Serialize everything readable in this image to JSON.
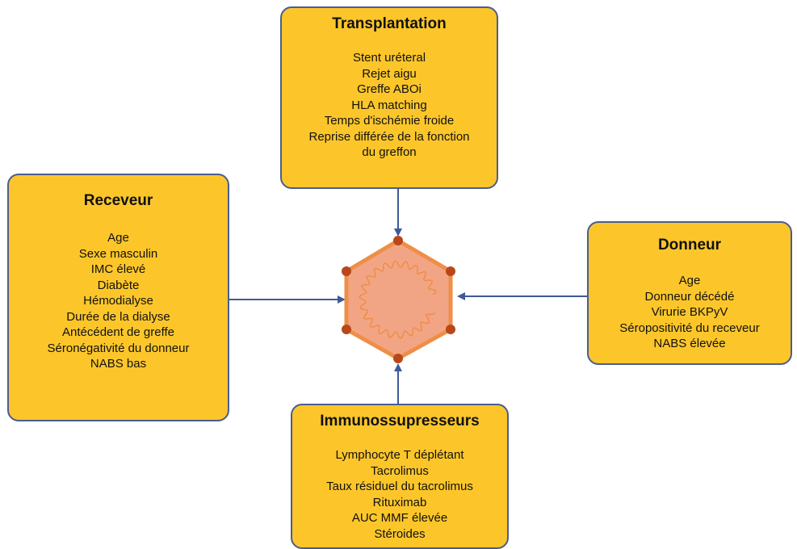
{
  "colors": {
    "box_fill": "#FCC62A",
    "box_border": "#4A5D8F",
    "arrow": "#3F5A9A",
    "hexagon_fill": "#F2A584",
    "hexagon_stroke": "#EE8E47",
    "vertex": "#B9471A",
    "genome": "#EE8E47"
  },
  "icons": {
    "center": "virus-capsid-icon"
  },
  "boxes": {
    "transplantation": {
      "title": "Transplantation",
      "items": [
        "Stent uréteral",
        "Rejet aigu",
        "Greffe ABOi",
        "HLA matching",
        "Temps d'ischémie froide",
        "Reprise différée de la fonction",
        "du greffon"
      ]
    },
    "receveur": {
      "title": "Receveur",
      "items": [
        "Age",
        "Sexe masculin",
        "IMC élevé",
        "Diabète",
        "Hémodialyse",
        "Durée de la dialyse",
        "Antécédent de greffe",
        "Séronégativité du donneur",
        "NABS bas"
      ]
    },
    "donneur": {
      "title": "Donneur",
      "items": [
        "Age",
        "Donneur décédé",
        "Virurie BKPyV",
        "Séropositivité du receveur",
        "NABS élevée"
      ]
    },
    "immunosuppresseurs": {
      "title": "Immunossupresseurs",
      "items": [
        "Lymphocyte T déplétant",
        "Tacrolimus",
        "Taux résiduel du tacrolimus",
        "Rituximab",
        "AUC MMF élevée",
        "Stéroides"
      ]
    }
  }
}
